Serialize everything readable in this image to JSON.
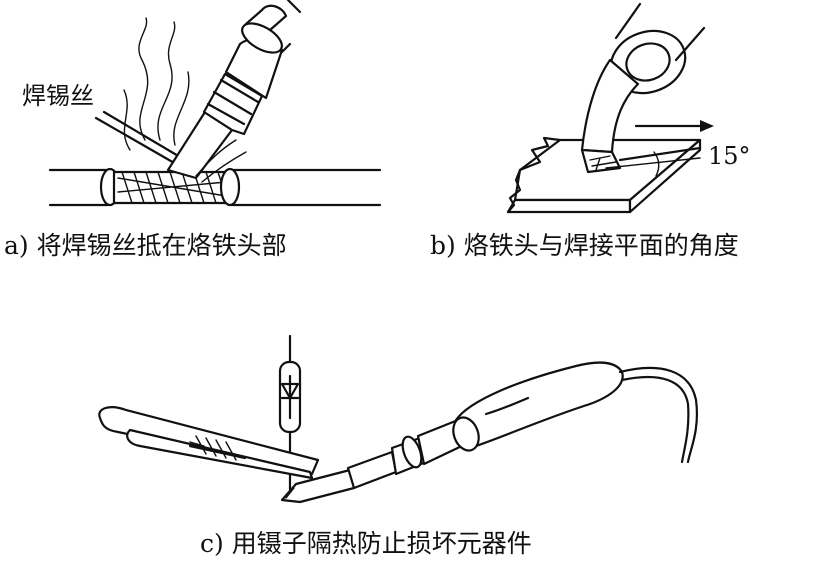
{
  "panel_a": {
    "caption": "a) 将焊锡丝抵在烙铁头部",
    "wire_label": "焊锡丝"
  },
  "panel_b": {
    "caption": "b) 烙铁头与焊接平面的角度",
    "angle_label": "15°"
  },
  "panel_c": {
    "caption": "c) 用镊子隔热防止损坏元器件"
  }
}
